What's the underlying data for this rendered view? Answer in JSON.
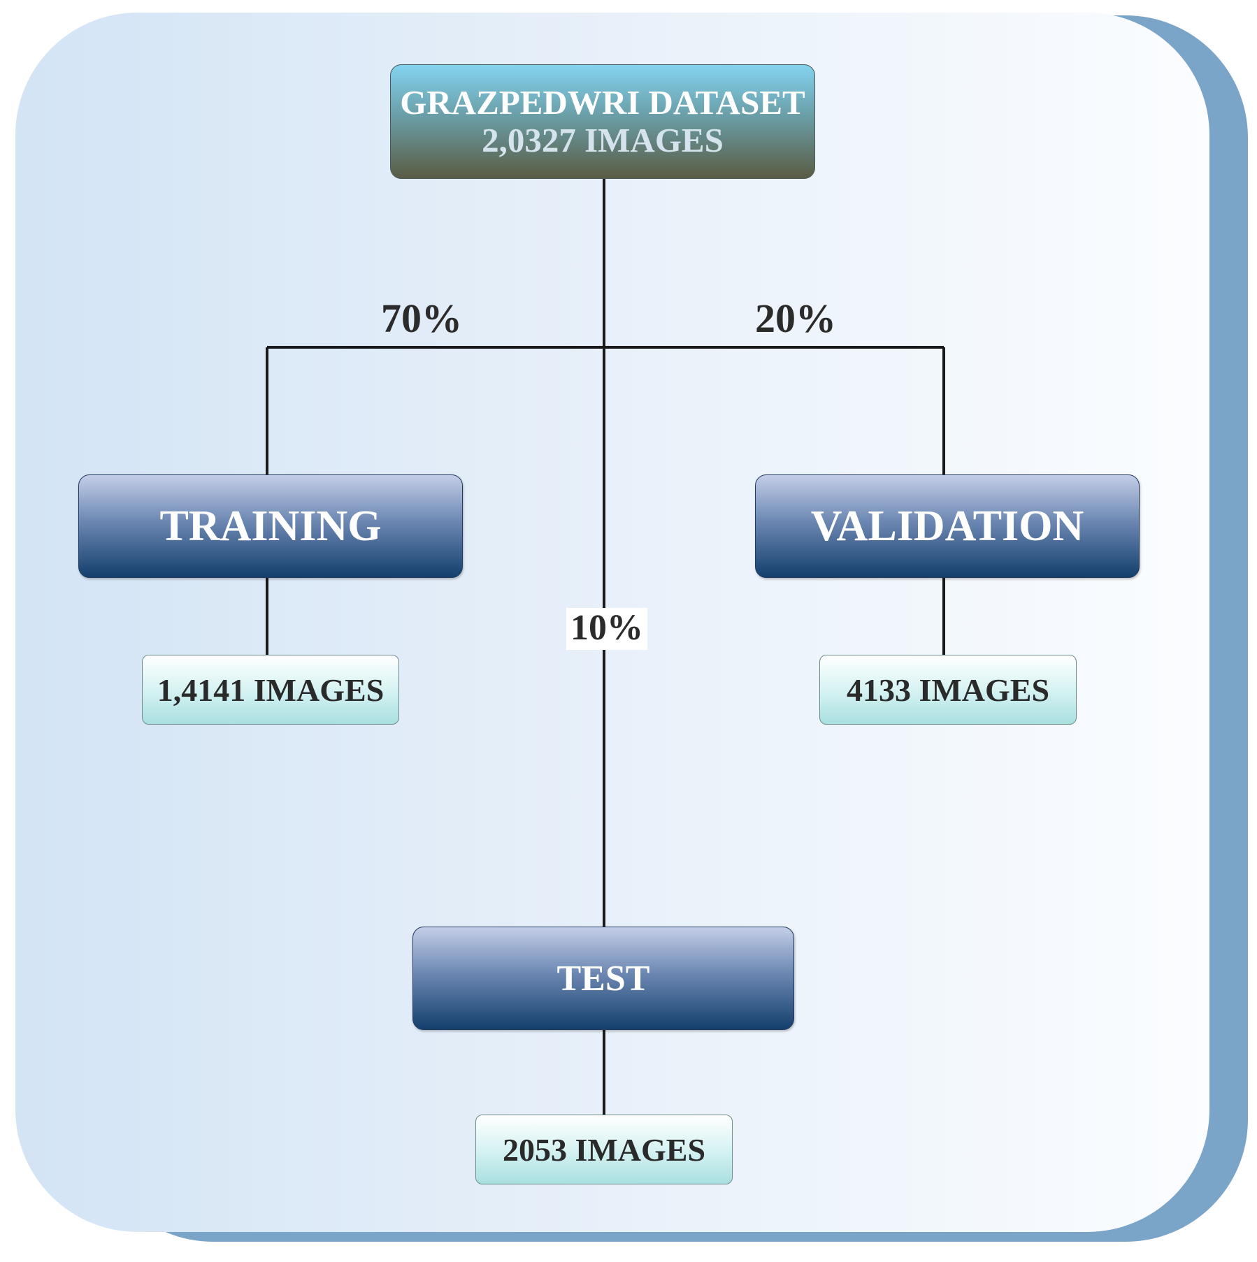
{
  "dataset": {
    "title": "GRAZPEDWRI DATASET",
    "count": "2,0327 IMAGES"
  },
  "splits": {
    "training": {
      "label": "TRAINING",
      "percent": "70%",
      "count": "1,4141 IMAGES"
    },
    "validation": {
      "label": "VALIDATION",
      "percent": "20%",
      "count": "4133 IMAGES"
    },
    "test": {
      "label": "TEST",
      "percent": "10%",
      "count": "2053 IMAGES"
    }
  },
  "colors": {
    "panel_shadow": "#7aa4c8",
    "split_box_dark": "#143f6d",
    "root_box_top": "#83d3ef",
    "count_box_tint": "#a9dfe0",
    "connector": "#1a1a1a"
  }
}
